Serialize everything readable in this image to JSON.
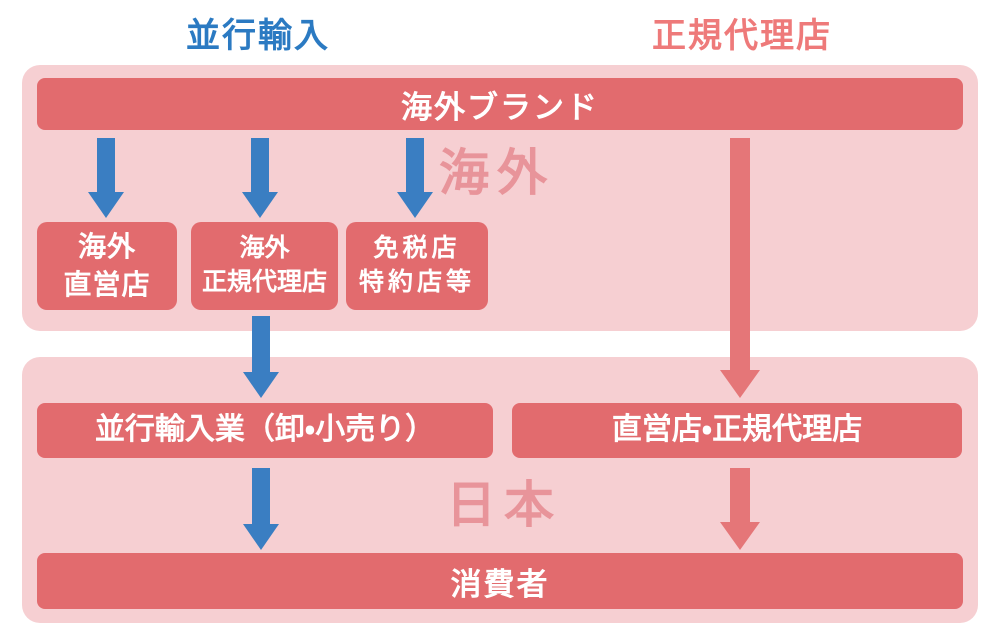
{
  "colors": {
    "blue": "#3a7ec2",
    "salmon": "#e26b6e",
    "salmon_arrow": "#e57678",
    "panel_pink": "#f6cfd2",
    "watermark": "#e8949a",
    "label_blue": "#2b7ac2",
    "label_salmon": "#ee7a7a",
    "white": "#ffffff"
  },
  "header": {
    "left_label": "並行輸入",
    "right_label": "正規代理店"
  },
  "overseas_section": {
    "watermark": "海外",
    "brand_bar": "海外ブランド",
    "boxes": [
      {
        "lines": [
          "海外",
          "直営店"
        ]
      },
      {
        "lines": [
          "海外",
          "正規代理店"
        ]
      },
      {
        "lines": [
          "免税店",
          "特約店等"
        ]
      }
    ]
  },
  "japan_section": {
    "watermark": "日本",
    "left_box": "並行輸入業（卸・小売り）",
    "right_box": "直営店・正規代理店",
    "consumer_bar": "消費者"
  },
  "edges": [
    {
      "from": "海外ブランド",
      "to": "海外直営店",
      "color": "blue"
    },
    {
      "from": "海外ブランド",
      "to": "海外正規代理店",
      "color": "blue"
    },
    {
      "from": "海外ブランド",
      "to": "免税店特約店等",
      "color": "blue"
    },
    {
      "from": "海外ブランド",
      "to": "直営店・正規代理店",
      "color": "salmon"
    },
    {
      "from": "海外正規代理店",
      "to": "並行輸入業（卸・小売り）",
      "color": "blue"
    },
    {
      "from": "並行輸入業（卸・小売り）",
      "to": "消費者",
      "color": "blue"
    },
    {
      "from": "直営店・正規代理店",
      "to": "消費者",
      "color": "salmon"
    }
  ]
}
